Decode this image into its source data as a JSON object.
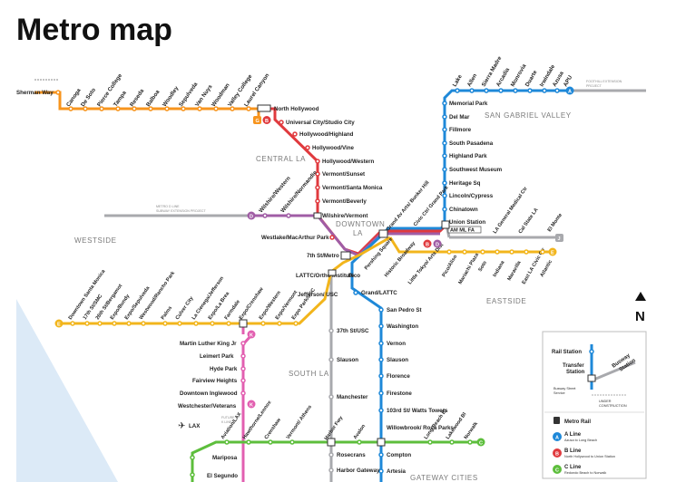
{
  "title": "Metro map",
  "colors": {
    "a_line": "#1E88D8",
    "b_line": "#E03A3E",
    "c_line": "#5DBE3C",
    "d_line": "#A05DA5",
    "e_line": "#F2B51C",
    "k_line": "#E25FB0",
    "l_line": "#F7941D",
    "j_line": "#A8A9AD",
    "ocean": "#DCEAF7"
  },
  "regions": {
    "central_la": "CENTRAL LA",
    "westside": "WESTSIDE",
    "downtown_la_1": "DOWNTOWN",
    "downtown_la_2": "LA",
    "san_gabriel_valley": "SAN GABRIEL VALLEY",
    "eastside": "EASTSIDE",
    "south_la": "SOUTH LA",
    "gateway_cities": "GATEWAY CITIES"
  },
  "annotations": {
    "foothill_1": "FOOTHILL EXTENSION",
    "foothill_2": "PROJECT",
    "metro_d_1": "METRO D LINE",
    "metro_d_2": "SUBWAY EXTENSION PROJECT",
    "future_k_1": "FUTURE",
    "future_k_2": "K LINE"
  },
  "badges": {
    "g": "G",
    "b": "B",
    "d": "D",
    "k": "K",
    "e": "E",
    "a": "A",
    "c": "C",
    "j": "J",
    "b2": "B",
    "d2": "D",
    "k2": "K",
    "e2": "E"
  },
  "station_stubs": {
    "sherman_way": "Sherman Way"
  },
  "stations": {
    "orange": [
      "Canoga",
      "De Soto",
      "Pierce College",
      "Tampa",
      "Reseda",
      "Balboa",
      "Woodley",
      "Sepulveda",
      "Van Nuys",
      "Woodman",
      "Valley College",
      "Laurel Canyon"
    ],
    "red": [
      "North Hollywood",
      "Universal City/Studio City",
      "Hollywood/Highland",
      "Hollywood/Vine",
      "Hollywood/Western",
      "Vermont/Sunset",
      "Vermont/Santa Monica",
      "Vermont/Beverly",
      "Wilshire/Vermont",
      "Westlake/MacArthur Park",
      "7th St/Metro Ctr"
    ],
    "purple": [
      "Wilshire/Western",
      "Wilshire/Normandie"
    ],
    "regional": [
      "Grand Av Arts/ Bunker Hill",
      "Civic Ctr/ Grand Park",
      "Pershing Square",
      "Historic Broadway",
      "Little Tokyo/ Arts Dist"
    ],
    "blue_north": [
      "Memorial Park",
      "Del Mar",
      "Fillmore",
      "South Pasadena",
      "Highland Park",
      "Southwest Museum",
      "Heritage Sq",
      "Lincoln/Cypress",
      "Chinatown",
      "Union Station"
    ],
    "blue_top": [
      "Lake",
      "Allen",
      "Sierra Madre",
      "Arcadia",
      "Monrovia",
      "Duarte",
      "Irwindale",
      "Azusa",
      "APU"
    ],
    "gold_east": [
      "Pico/Aliso",
      "Mariachi Plaza",
      "Soto",
      "Indiana",
      "Maravilla",
      "East LA Civic Ctr",
      "Atlantic"
    ],
    "gold_top": [
      "LA General Medical Ctr",
      "Cal State LA",
      "El Monte"
    ],
    "expo": [
      "Downtown Santa Monica",
      "17th St/SMC",
      "26th St/Bergamot",
      "Expo/Bundy",
      "Expo/Sepulveda",
      "Westwood/Rancho Park",
      "Palms",
      "Culver City",
      "La Cienega/Jefferson",
      "Expo/La Brea",
      "Farmdale",
      "Expo/Crenshaw",
      "Expo/Western",
      "Expo/Vermont",
      "Expo Park/USC"
    ],
    "center": [
      "LATTC/Ortho Institute",
      "Jefferson/ USC",
      "Pico"
    ],
    "blue_south": [
      "Grand/LATTC",
      "San Pedro St",
      "Washington",
      "Vernon",
      "Slauson",
      "Florence",
      "Firestone",
      "103rd St/ Watts Towers",
      "Willowbrook/ Rosa Parks",
      "Compton",
      "Artesia"
    ],
    "silver": [
      "37th St/USC",
      "Slauson",
      "Manchester",
      "Harbor Fwy",
      "Rosecrans",
      "Harbor Gateway"
    ],
    "k_line": [
      "Martin Luther King Jr",
      "Leimert Park",
      "Hyde Park",
      "Fairview Heights",
      "Downtown Inglewood",
      "Westchester/Veterans",
      "Expo/Crenshaw"
    ],
    "green": [
      "Aviation/LAX",
      "Hawthorne/Lennox",
      "Crenshaw",
      "Vermont/ Athens",
      "Avalon",
      "Long Beach Bl",
      "Lakewood Bl",
      "Norwalk",
      "Mariposa",
      "El Segundo"
    ],
    "lax": "LAX",
    "union_codes": "AM ML FA"
  },
  "north_label": "N",
  "legend": {
    "rail_station": "Rail Station",
    "transfer_station_1": "Transfer",
    "transfer_station_2": "Station",
    "busway_station_1": "Busway",
    "busway_station_2": "Station",
    "busway_street_1": "Busway Street",
    "busway_street_2": "Service",
    "under_construction_1": "UNDER",
    "under_construction_2": "CONSTRUCTION",
    "metro_rail": "Metro Rail",
    "a_line_name": "A Line",
    "a_line_desc": "Azusa to Long Beach",
    "b_line_name": "B Line",
    "b_line_desc": "North Hollywood to Union Station",
    "c_line_name": "C Line",
    "c_line_desc": "Redondo Beach to Norwalk"
  }
}
